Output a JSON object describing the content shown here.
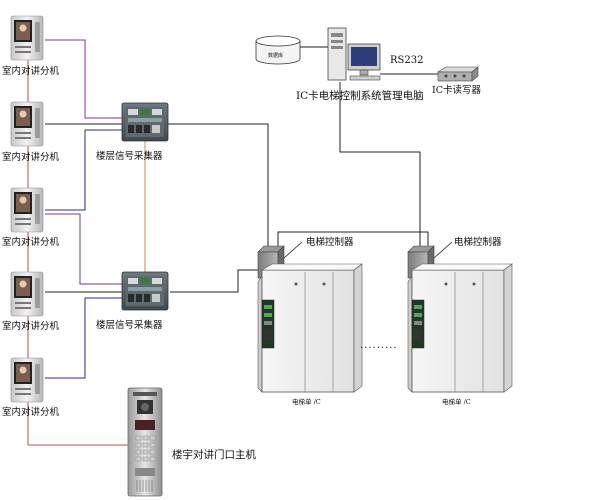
{
  "labels": {
    "indoor_unit": "室内对讲分机",
    "floor_collector": "楼层信号采集器",
    "door_main_unit": "楼宇对讲门口主机",
    "system_pc": "IC卡电梯控制系统管理电脑",
    "rs232": "RS232",
    "ic_reader": "IC卡读写器",
    "elevator_controller": "电梯控制器",
    "elevator_label": "电梯单 /C",
    "database": "数据库",
    "ellipsis": "........."
  },
  "colors": {
    "purple_wire": "#7a3a8c",
    "blue_wire": "#2a2aa0",
    "red_wire": "#c44a4a",
    "orange_wire": "#d88a3a",
    "black_wire": "#222222"
  }
}
